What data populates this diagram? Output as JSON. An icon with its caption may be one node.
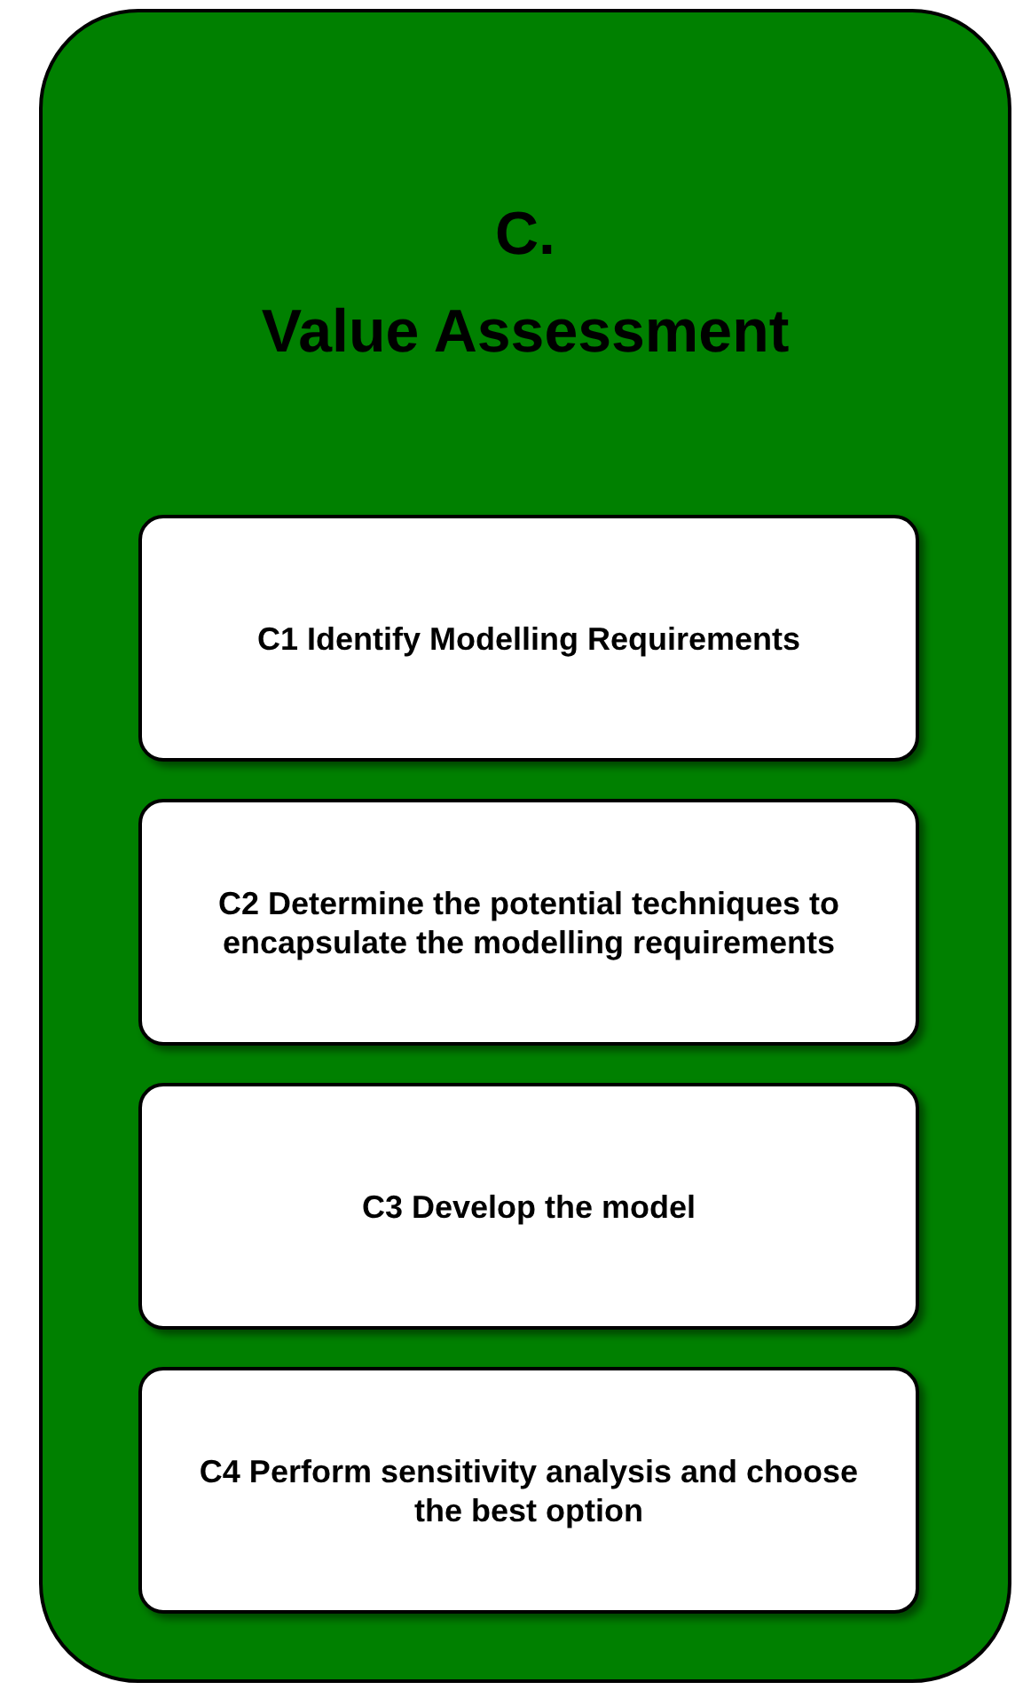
{
  "diagram": {
    "nodes": [
      {
        "text": [
          "C.",
          "Value Assessment"
        ]
      },
      {
        "text": [
          "C1 Identify Modelling Requirements"
        ],
        "in": 0
      },
      {
        "text": [
          "C2 Determine the potential techniques to encapsulate the modelling requirements"
        ],
        "in": 0
      },
      {
        "text": [
          "C3 Develop the model"
        ],
        "in": 0
      },
      {
        "text": [
          "C4 Perform sensitivity analysis and choose the best option"
        ],
        "in": 0
      }
    ]
  }
}
